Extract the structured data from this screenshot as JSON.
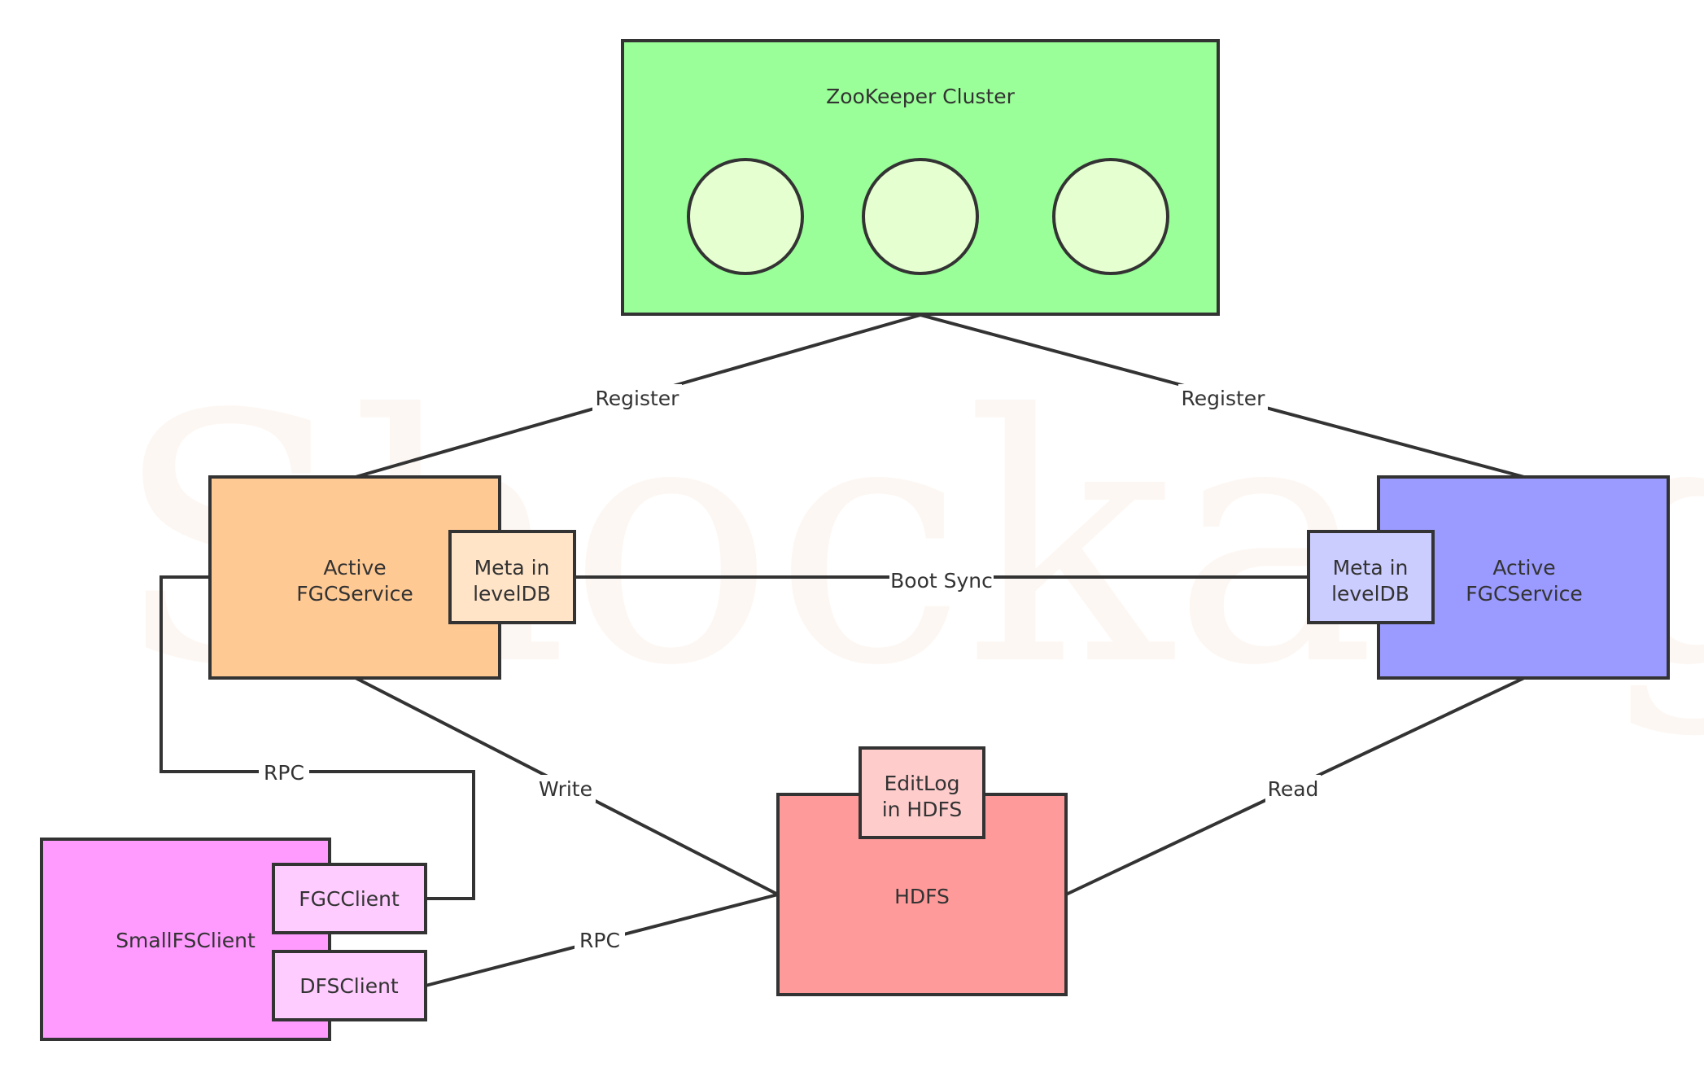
{
  "watermark": "Shockang",
  "nodes": {
    "zookeeper": {
      "label": "ZooKeeper Cluster",
      "fill": "#9aff98"
    },
    "zk_circle_fill": "#e5ffd0",
    "active_left": {
      "line1": "Active",
      "line2": "FGCService",
      "fill": "#ffc993"
    },
    "meta_left": {
      "line1": "Meta in",
      "line2": "levelDB",
      "fill": "#ffe4c8"
    },
    "active_right": {
      "line1": "Active",
      "line2": "FGCService",
      "fill": "#9a9aff"
    },
    "meta_right": {
      "line1": "Meta in",
      "line2": "levelDB",
      "fill": "#cccdff"
    },
    "hdfs": {
      "label": "HDFS",
      "fill": "#ff9a9a"
    },
    "editlog": {
      "line1": "EditLog",
      "line2": "in HDFS",
      "fill": "#ffcccc"
    },
    "smallfs": {
      "label": "SmallFSClient",
      "fill": "#ff9bff"
    },
    "fgcclient": {
      "label": "FGCClient",
      "fill": "#ffccff"
    },
    "dfsclient": {
      "label": "DFSClient",
      "fill": "#ffccff"
    }
  },
  "edges": {
    "register_left": "Register",
    "register_right": "Register",
    "boot_sync": "Boot Sync",
    "rpc_fgc": "RPC",
    "write": "Write",
    "read": "Read",
    "rpc_dfs": "RPC"
  },
  "colors": {
    "stroke": "#333333"
  }
}
